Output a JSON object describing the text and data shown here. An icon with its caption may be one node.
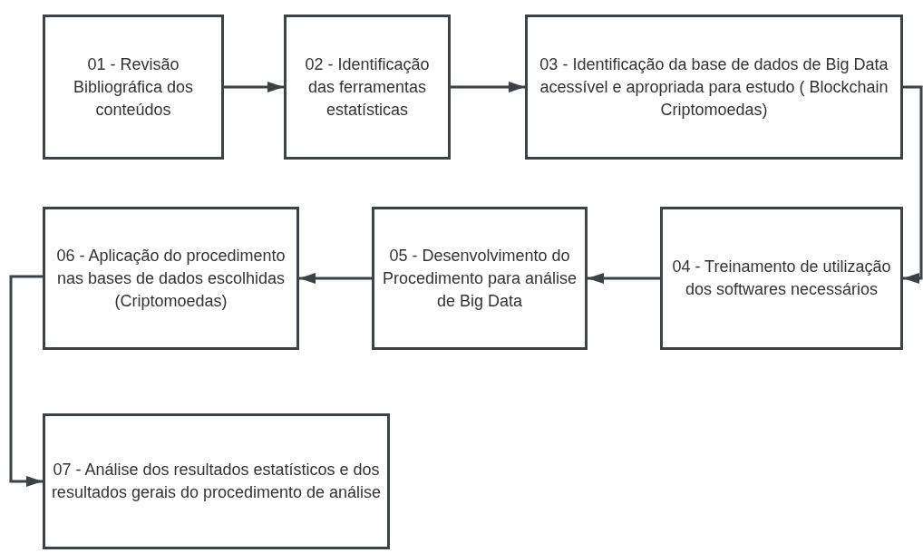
{
  "diagram": {
    "nodes": [
      {
        "text": [
          "01 - Revisão Bibliográfica dos conteúdos"
        ]
      },
      {
        "text": [
          "02 - Identificação das ferramentas estatísticas"
        ]
      },
      {
        "text": [
          "03 - Identificação da base de dados de Big Data acessível e apropriada para estudo ( Blockchain Criptomoedas)"
        ]
      },
      {
        "text": [
          "04 - Treinamento de utilização dos softwares necessários"
        ]
      },
      {
        "text": [
          "05 - Desenvolvimento do Procedimento para análise de Big Data"
        ]
      },
      {
        "text": [
          "06 - Aplicação do procedimento nas bases de dados escolhidas (Criptomoedas)"
        ]
      },
      {
        "text": [
          "07 - Análise dos resultados estatísticos e dos resultados gerais do procedimento de análise"
        ]
      }
    ],
    "edges": [
      {
        "from": 0,
        "to": 1,
        "arrow": "to"
      },
      {
        "from": 1,
        "to": 2,
        "arrow": "to"
      },
      {
        "from": 2,
        "to": 3,
        "arrow": "to"
      },
      {
        "from": 3,
        "to": 4,
        "arrow": "to"
      },
      {
        "from": 4,
        "to": 5,
        "arrow": "to"
      },
      {
        "from": 5,
        "to": 6,
        "arrow": "to"
      }
    ]
  }
}
